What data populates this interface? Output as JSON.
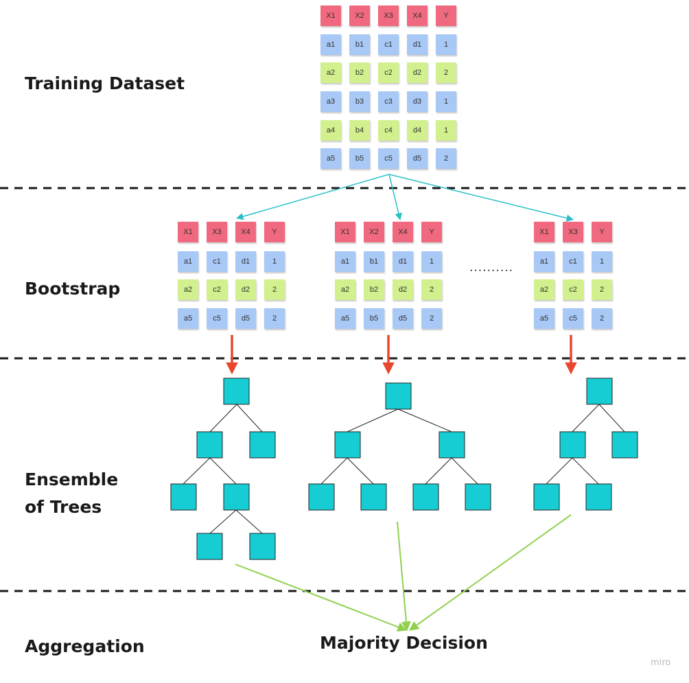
{
  "sections": {
    "training": "Training Dataset",
    "bootstrap": "Bootstrap",
    "ensemble": "Ensemble\nof Trees",
    "aggregation": "Aggregation"
  },
  "training_dataset": {
    "headers": [
      "X1",
      "X2",
      "X3",
      "X4",
      "Y"
    ],
    "rows": [
      [
        "a1",
        "b1",
        "c1",
        "d1",
        "1"
      ],
      [
        "a2",
        "b2",
        "c2",
        "d2",
        "2"
      ],
      [
        "a3",
        "b3",
        "c3",
        "d3",
        "1"
      ],
      [
        "a4",
        "b4",
        "c4",
        "d4",
        "1"
      ],
      [
        "a5",
        "b5",
        "c5",
        "d5",
        "2"
      ]
    ]
  },
  "bootstrap_samples": [
    {
      "headers": [
        "X1",
        "X3",
        "X4",
        "Y"
      ],
      "rows": [
        [
          "a1",
          "c1",
          "d1",
          "1"
        ],
        [
          "a2",
          "c2",
          "d2",
          "2"
        ],
        [
          "a5",
          "c5",
          "d5",
          "2"
        ]
      ]
    },
    {
      "headers": [
        "X1",
        "X2",
        "X4",
        "Y"
      ],
      "rows": [
        [
          "a1",
          "b1",
          "d1",
          "1"
        ],
        [
          "a2",
          "b2",
          "d2",
          "2"
        ],
        [
          "a5",
          "b5",
          "d5",
          "2"
        ]
      ]
    },
    {
      "headers": [
        "X1",
        "X3",
        "Y"
      ],
      "rows": [
        [
          "a1",
          "c1",
          "1"
        ],
        [
          "a2",
          "c2",
          "2"
        ],
        [
          "a5",
          "c5",
          "2"
        ]
      ]
    }
  ],
  "ellipsis": "..........",
  "aggregation_result": "Majority Decision",
  "watermark": "miro",
  "colors": {
    "header_note": "#f0697e",
    "blue_note": "#a8c8f5",
    "green_note": "#d2f08e",
    "tree_node": "#17cdd4",
    "split_arrow": "#27bfc8",
    "train_arrow": "#e8472f",
    "vote_arrow": "#8fd14f"
  }
}
